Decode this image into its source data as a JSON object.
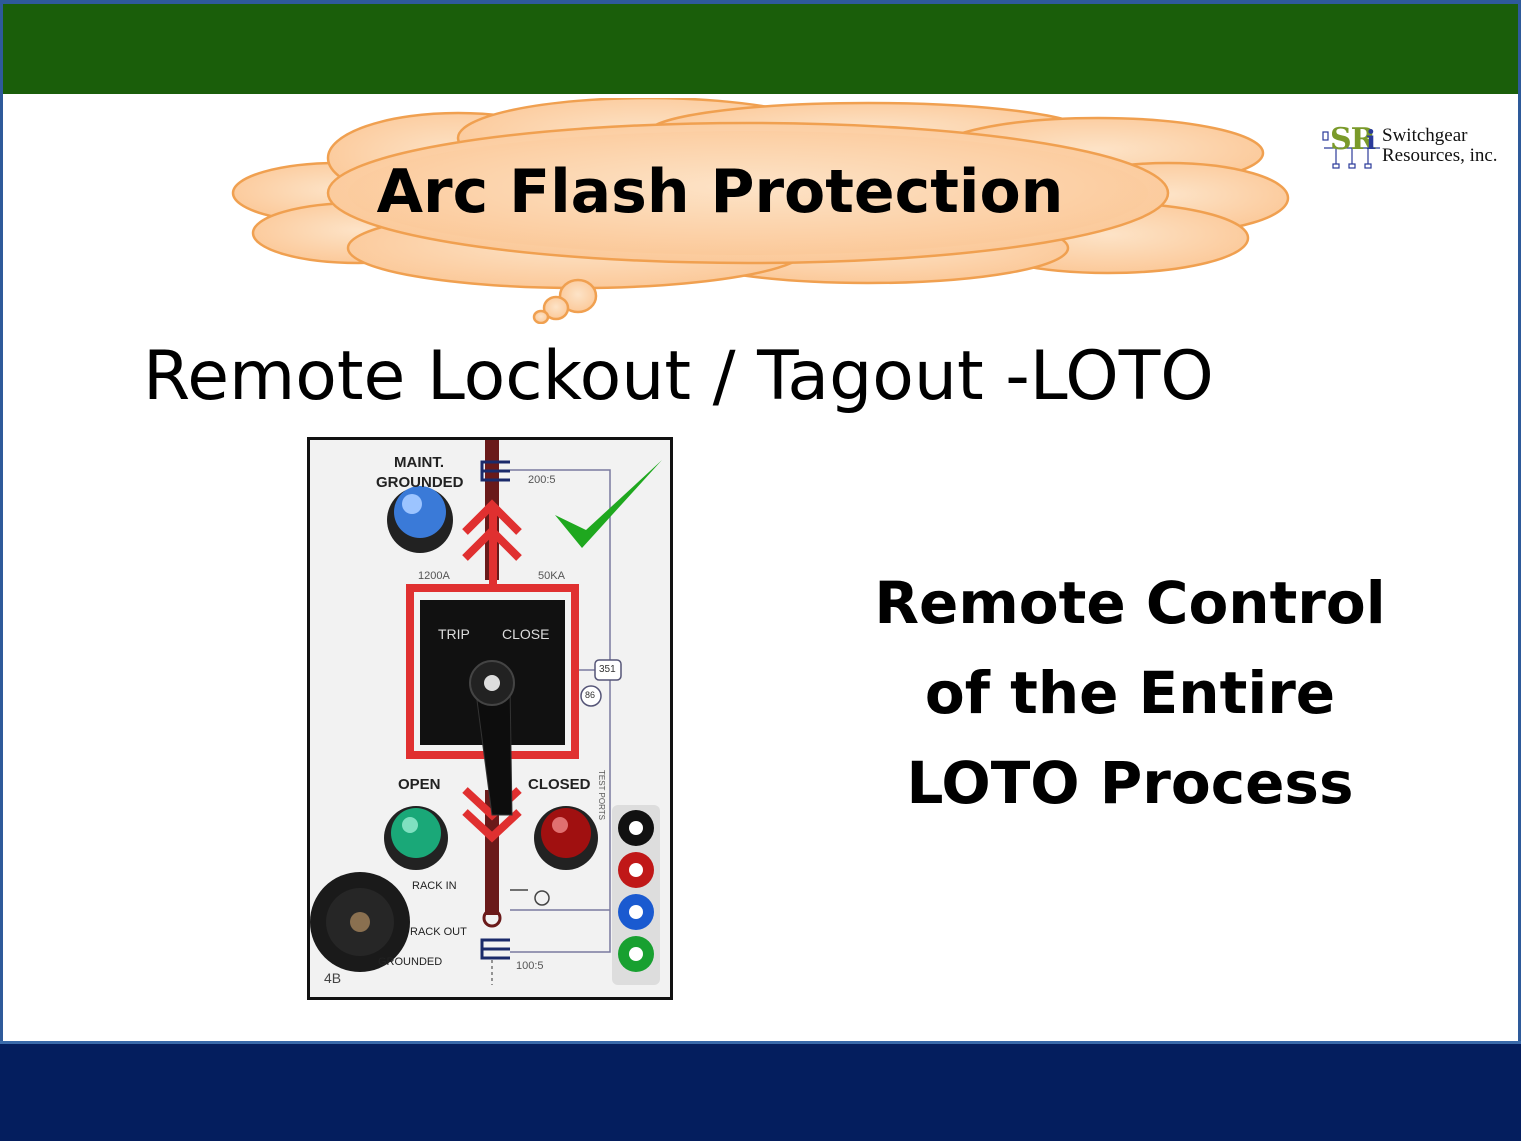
{
  "slide": {
    "title": "Arc Flash Protection",
    "subtitle": "Remote Lockout / Tagout -LOTO",
    "right_text": [
      "Remote Control",
      "of the Entire",
      "LOTO Process"
    ]
  },
  "logo": {
    "mark": "SR",
    "mark_i": "i",
    "line1": "Switchgear",
    "line2": "Resources, inc."
  },
  "panel": {
    "maint_line1": "MAINT.",
    "maint_line2": "GROUNDED",
    "rating_top": "200:5",
    "rating_amps": "1200A",
    "rating_ka": "50KA",
    "trip": "TRIP",
    "close": "CLOSE",
    "relay_351": "351",
    "relay_86": "86",
    "open": "OPEN",
    "closed": "CLOSED",
    "test_ports": "TEST PORTS",
    "rack_in": "RACK IN",
    "rack_out": "RACK OUT",
    "grounded": "GROUNDED",
    "rating_bottom": "100:5",
    "unit_id": "4B"
  },
  "colors": {
    "top_bar": "#1a5e0a",
    "bottom_bar": "#041e5e",
    "cloud_fill": "#fcd2aa",
    "cloud_stroke": "#f0a050",
    "checkmark": "#1fa81f",
    "bus_red": "#e03030"
  },
  "icons": [
    "checkmark-icon",
    "switch-handle-icon",
    "indicator-light-blue",
    "indicator-light-green",
    "indicator-light-red",
    "lock-knob-icon"
  ]
}
